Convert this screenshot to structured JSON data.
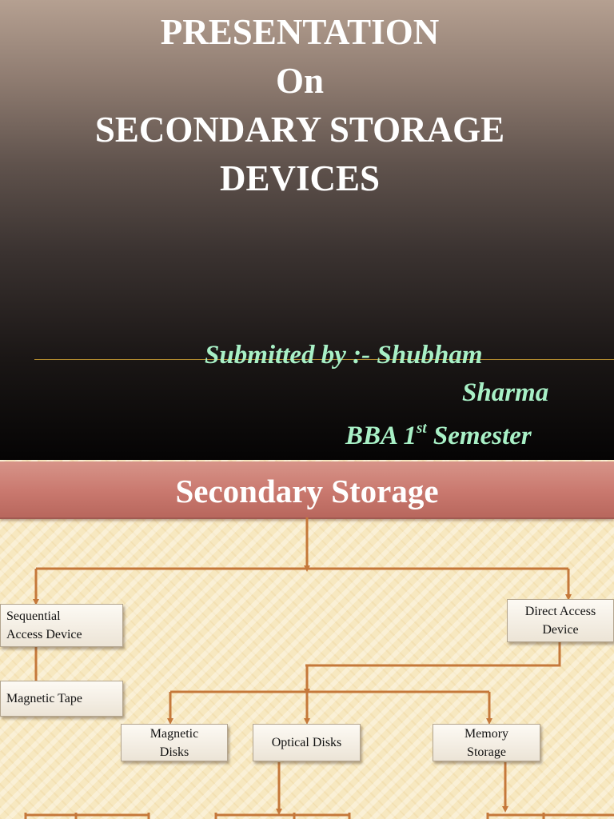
{
  "slide1": {
    "title_lines": [
      "PRESENTATION",
      "On",
      "SECONDARY STORAGE",
      "DEVICES"
    ],
    "submitted_line1": "Submitted by :- Shubham",
    "submitted_line2": "Sharma",
    "course_prefix": "BBA 1",
    "course_sup": "st",
    "course_suffix": " Semester"
  },
  "slide2": {
    "title": "Secondary Storage",
    "nodes": {
      "sequential": [
        "Sequential",
        "Access Device"
      ],
      "direct": [
        "Direct Access",
        "Device"
      ],
      "magnetic_tape": "Magnetic Tape",
      "magnetic_disks": [
        "Magnetic",
        "Disks"
      ],
      "optical_disks": "Optical Disks",
      "memory_storage": [
        "Memory",
        "Storage"
      ]
    }
  },
  "colors": {
    "title_text": "#ffffff",
    "subtitle_text": "#a8f0c6",
    "banner": "#c9786e",
    "connector": "#c5783a"
  }
}
